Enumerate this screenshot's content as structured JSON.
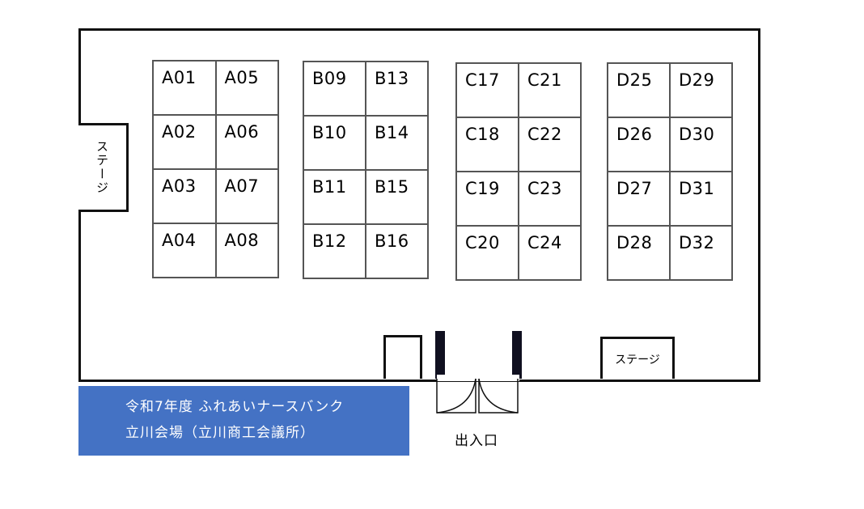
{
  "title": {
    "line1": "令和7年度 ふれあいナースバンク",
    "line2": "立川会場（立川商工会議所）"
  },
  "stages": {
    "left_label": "ステージ",
    "bottom_label": "ステージ"
  },
  "entrance_label": "出入口",
  "booth_groups": [
    {
      "name": "A",
      "left_column": [
        "A01",
        "A02",
        "A03",
        "A04"
      ],
      "right_column": [
        "A05",
        "A06",
        "A07",
        "A08"
      ]
    },
    {
      "name": "B",
      "left_column": [
        "B09",
        "B10",
        "B11",
        "B12"
      ],
      "right_column": [
        "B13",
        "B14",
        "B15",
        "B16"
      ]
    },
    {
      "name": "C",
      "left_column": [
        "C17",
        "C18",
        "C19",
        "C20"
      ],
      "right_column": [
        "C21",
        "C22",
        "C23",
        "C24"
      ]
    },
    {
      "name": "D",
      "left_column": [
        "D25",
        "D26",
        "D27",
        "D28"
      ],
      "right_column": [
        "D29",
        "D30",
        "D31",
        "D32"
      ]
    }
  ],
  "colors": {
    "title_background": "#4472c4",
    "title_text": "#ffffff",
    "border": "#111111"
  }
}
